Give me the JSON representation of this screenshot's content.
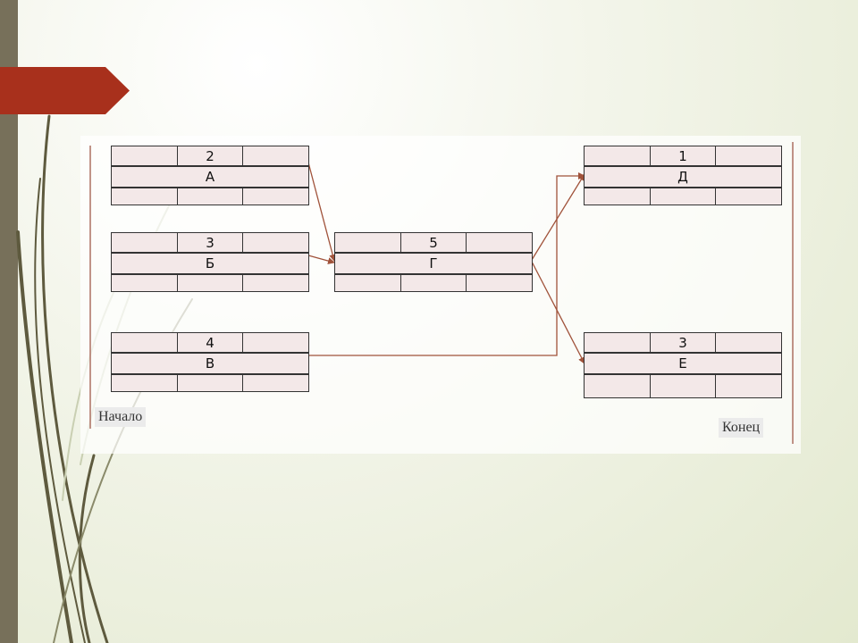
{
  "diagram": {
    "start_label": "Начало",
    "end_label": "Конец",
    "nodes": [
      {
        "id": "A",
        "duration": "2",
        "name": "А"
      },
      {
        "id": "B",
        "duration": "3",
        "name": "Б"
      },
      {
        "id": "V",
        "duration": "4",
        "name": "В"
      },
      {
        "id": "G",
        "duration": "5",
        "name": "Г"
      },
      {
        "id": "D",
        "duration": "1",
        "name": "Д"
      },
      {
        "id": "E",
        "duration": "3",
        "name": "Е"
      }
    ],
    "edges": [
      {
        "from": "А",
        "to": "Г"
      },
      {
        "from": "Б",
        "to": "Г"
      },
      {
        "from": "В",
        "to": "Д"
      },
      {
        "from": "Г",
        "to": "Д"
      },
      {
        "from": "Г",
        "to": "Е"
      }
    ]
  },
  "colors": {
    "edge": "#a0523a",
    "accent_tab": "#a8301c",
    "side_bar": "#77705a",
    "node_fill": "#f3e8e8"
  }
}
